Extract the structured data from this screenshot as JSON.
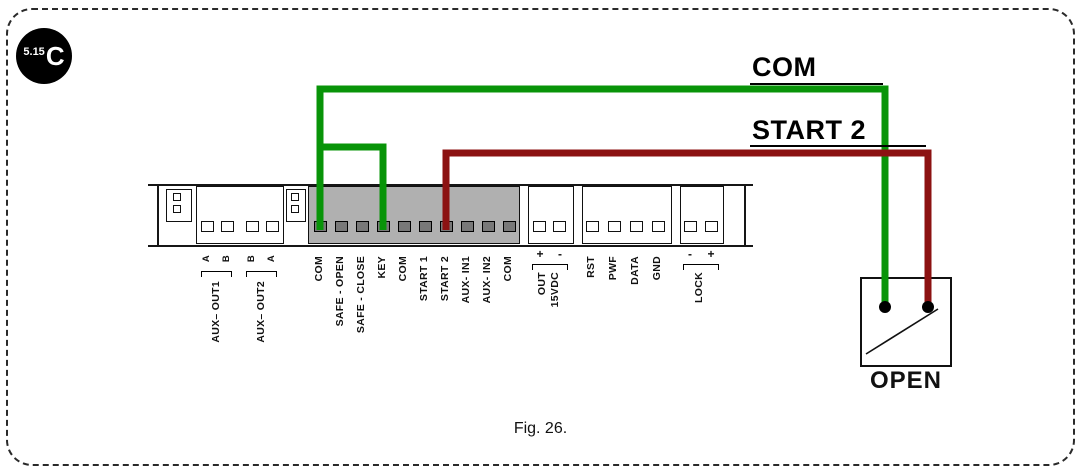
{
  "badge": {
    "section": "5.15",
    "letter": "C"
  },
  "wire_labels": {
    "com": "COM",
    "start2": "START 2"
  },
  "colors": {
    "com_wire": "#089408",
    "start2_wire": "#8c1212"
  },
  "terminal_labels": {
    "aux_pins_1": [
      "A",
      "B"
    ],
    "aux_out1": "AUX– OUT1",
    "aux_pins_2": [
      "B",
      "A"
    ],
    "aux_out2": "AUX– OUT2",
    "main": [
      "COM",
      "SAFE - OPEN",
      "SAFE - CLOSE",
      "KEY",
      "COM",
      "START 1",
      "START 2",
      "AUX- IN1",
      "AUX- IN2",
      "COM"
    ],
    "out_pins": [
      "+",
      "-"
    ],
    "out_label": [
      "OUT",
      "15VDC"
    ],
    "signal": [
      "RST",
      "PWF",
      "DATA",
      "GND"
    ],
    "lock_pins": [
      "-",
      "+"
    ],
    "lock_label": "LOCK"
  },
  "switch": {
    "label": "OPEN"
  },
  "caption": "Fig. 26."
}
